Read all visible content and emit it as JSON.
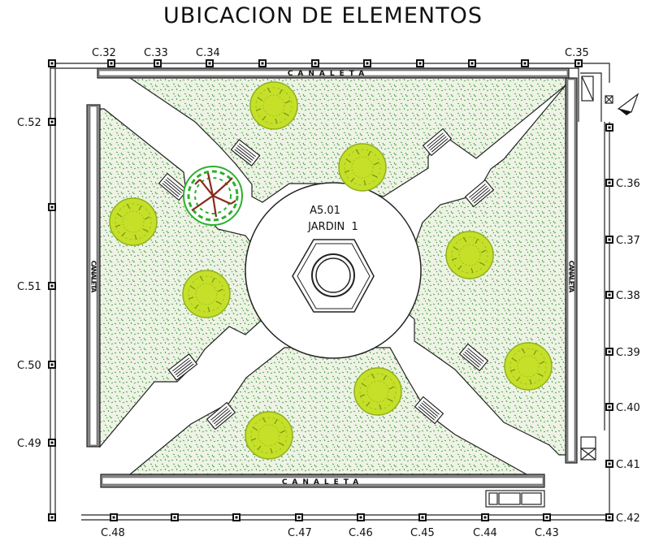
{
  "title": "UBICACION DE ELEMENTOS",
  "area": {
    "code": "A5.01",
    "name": "JARDIN  1"
  },
  "canaleta_label": "CANALETA",
  "columns_top": [
    "C.32",
    "C.33",
    "C.34",
    "C.35"
  ],
  "columns_left": [
    "C.52",
    "C.51",
    "C.50",
    "C.49"
  ],
  "columns_right": [
    "C.36",
    "C.37",
    "C.38",
    "C.39",
    "C.40",
    "C.41",
    "C.42"
  ],
  "columns_bottom": [
    "C.48",
    "C.47",
    "C.46",
    "C.45",
    "C.44",
    "C.43"
  ],
  "colors": {
    "grass": "#eef3e6",
    "grass_dots": "#3f9a3a",
    "tree": "#c6e02a",
    "tree_dark": "#8fb11a",
    "feature_tree": "#2bb02b",
    "feature_trunk": "#8a2a1c",
    "line": "#222222"
  }
}
